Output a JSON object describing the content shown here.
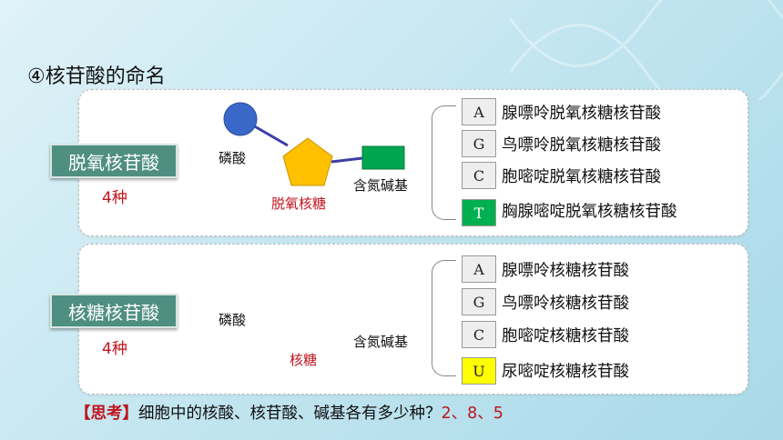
{
  "title": "④核苷酸的命名",
  "panels": [
    {
      "tag": "脱氧核苷酸",
      "count": "4种",
      "phosphate_label": "磷酸",
      "sugar_label": "脱氧核糖",
      "base_label": "含氮碱基",
      "bases": [
        {
          "letter": "A",
          "name": "腺嘌呤脱氧核糖核苷酸",
          "highlight": false
        },
        {
          "letter": "G",
          "name": "鸟嘌呤脱氧核糖核苷酸",
          "highlight": false
        },
        {
          "letter": "C",
          "name": "胞嘧啶脱氧核糖核苷酸",
          "highlight": false
        },
        {
          "letter": "T",
          "name": "胸腺嘧啶脱氧核糖核苷酸",
          "highlight": true
        }
      ]
    },
    {
      "tag": "核糖核苷酸",
      "count": "4种",
      "phosphate_label": "磷酸",
      "sugar_label": "核糖",
      "base_label": "含氮碱基",
      "bases": [
        {
          "letter": "A",
          "name": "腺嘌呤核糖核苷酸",
          "highlight": false
        },
        {
          "letter": "G",
          "name": "鸟嘌呤核糖核苷酸",
          "highlight": false
        },
        {
          "letter": "C",
          "name": "胞嘧啶核糖核苷酸",
          "highlight": false
        },
        {
          "letter": "U",
          "name": "尿嘧啶核糖核苷酸",
          "highlight": true
        }
      ]
    }
  ],
  "think": {
    "bracket": "【思考】",
    "question": "细胞中的核酸、核苷酸、碱基各有多少种？",
    "answer": "2、8、5"
  },
  "colors": {
    "phosphate": "#3a68c8",
    "sugar": "#ffc000",
    "base": "#00a550",
    "tag": "#4f8f82",
    "highlight_text": "#c0141e",
    "T_box": "#00b050",
    "U_box": "#ffff00"
  }
}
